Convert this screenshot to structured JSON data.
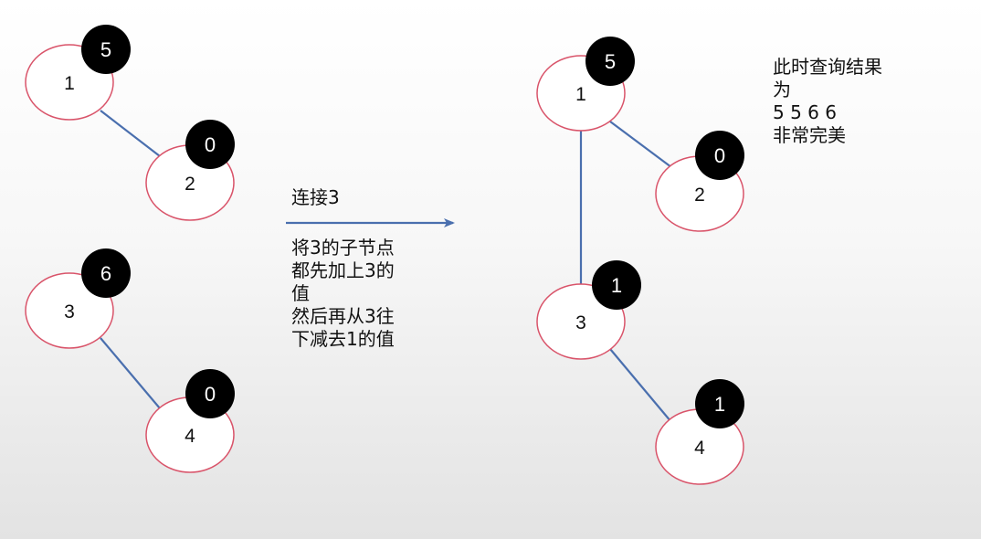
{
  "colors": {
    "edge": "#4a6fae",
    "node_border": "#d9546a",
    "node_fill": "#ffffff",
    "badge_fill": "#000000",
    "badge_text": "#ffffff",
    "arrow": "#4a6fae"
  },
  "before": {
    "trees": [
      {
        "nodes": [
          {
            "id": "1",
            "label": "1",
            "badge": "5"
          },
          {
            "id": "2",
            "label": "2",
            "badge": "0"
          }
        ],
        "edges": [
          [
            "1",
            "2"
          ]
        ]
      },
      {
        "nodes": [
          {
            "id": "3",
            "label": "3",
            "badge": "6"
          },
          {
            "id": "4",
            "label": "4",
            "badge": "0"
          }
        ],
        "edges": [
          [
            "3",
            "4"
          ]
        ]
      }
    ]
  },
  "after": {
    "nodes": [
      {
        "id": "1",
        "label": "1",
        "badge": "5"
      },
      {
        "id": "2",
        "label": "2",
        "badge": "0"
      },
      {
        "id": "3",
        "label": "3",
        "badge": "1"
      },
      {
        "id": "4",
        "label": "4",
        "badge": "1"
      }
    ],
    "edges": [
      [
        "1",
        "2"
      ],
      [
        "1",
        "3"
      ],
      [
        "3",
        "4"
      ]
    ]
  },
  "arrow_caption": "连接3",
  "explanation_lines": [
    "将3的子节点",
    "都先加上3的",
    "值",
    "然后再从3往",
    "下减去1的值"
  ],
  "result_lines": [
    "此时查询结果",
    "为",
    "5 5 6 6",
    "非常完美"
  ]
}
